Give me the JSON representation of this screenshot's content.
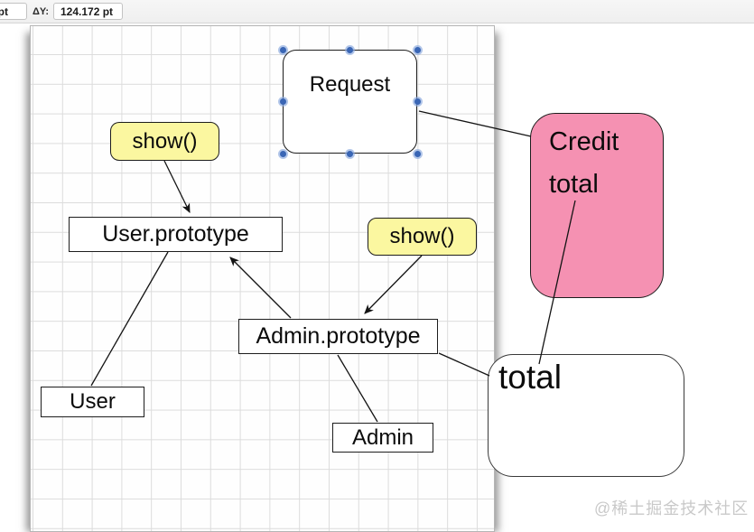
{
  "toolbar": {
    "left_input_value": "pt",
    "delta_y_label": "ΔY:",
    "delta_y_value": "124.172 pt"
  },
  "nodes": {
    "request": {
      "label": "Request",
      "selected": true
    },
    "show1": {
      "label": "show()"
    },
    "show2": {
      "label": "show()"
    },
    "user_prototype": {
      "label": "User.prototype"
    },
    "admin_prototype": {
      "label": "Admin.prototype"
    },
    "user": {
      "label": "User"
    },
    "admin": {
      "label": "Admin"
    },
    "credit": {
      "label": "Credit total"
    },
    "total": {
      "label": "total"
    }
  },
  "connectors": [
    {
      "from": "show1",
      "to": "user_prototype",
      "arrow": true
    },
    {
      "from": "show2",
      "to": "admin_prototype",
      "arrow": true
    },
    {
      "from": "admin_prototype",
      "to": "user_prototype",
      "arrow": true
    },
    {
      "from": "user",
      "to": "user_prototype",
      "arrow": false
    },
    {
      "from": "admin",
      "to": "admin_prototype",
      "arrow": false
    },
    {
      "from": "request",
      "to": "credit",
      "arrow": false
    },
    {
      "from": "admin_prototype",
      "to": "total",
      "arrow": false
    },
    {
      "from": "credit",
      "to": "total",
      "arrow": false
    }
  ],
  "colors": {
    "node_yellow": "#fbf7a0",
    "node_pink": "#f591b2",
    "node_white": "#ffffff",
    "stroke": "#1d1d1d",
    "grid_line": "#dcdcdc",
    "handle_blue": "#3a66b5",
    "toolbar_bg": "#f2f2f2",
    "watermark_gray": "#c9c9c9"
  },
  "watermark": "@稀土掘金技术社区"
}
